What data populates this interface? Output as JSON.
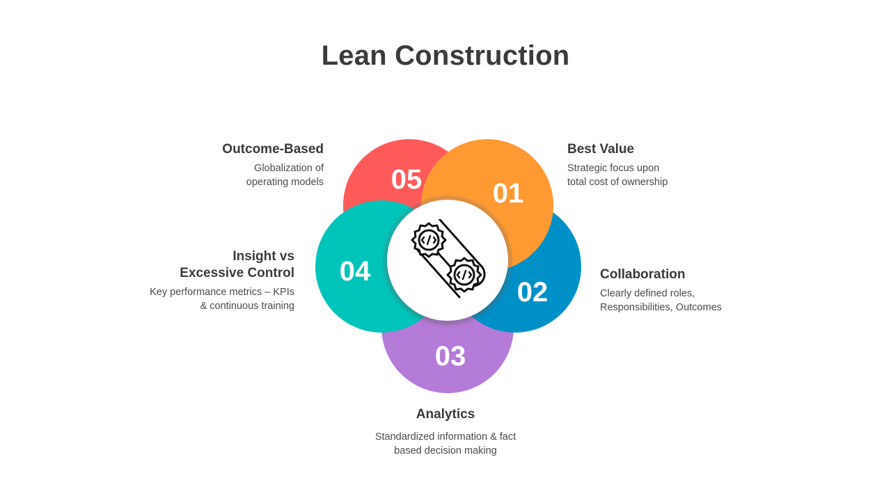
{
  "title": "Lean Construction",
  "colors": {
    "p01": "#FF9A33",
    "p02": "#0090C8",
    "p03": "#B57BD8",
    "p04": "#00C4BA",
    "p05": "#FF5A5A"
  },
  "center_icon": "gears-conveyor-code-icon",
  "items": {
    "p01": {
      "number": "01",
      "title": "Best Value",
      "line1": "Strategic focus upon",
      "line2": "total cost of ownership"
    },
    "p02": {
      "number": "02",
      "title": "Collaboration",
      "line1": "Clearly defined roles,",
      "line2": "Responsibilities, Outcomes"
    },
    "p03": {
      "number": "03",
      "title": "Analytics",
      "line1": "Standardized information & fact",
      "line2": "based decision making"
    },
    "p04": {
      "number": "04",
      "title_line1": "Insight vs",
      "title_line2": "Excessive Control",
      "line1": "Key performance metrics – KPIs",
      "line2": "& continuous training"
    },
    "p05": {
      "number": "05",
      "title": "Outcome-Based",
      "line1": "Globalization of",
      "line2": "operating models"
    }
  }
}
